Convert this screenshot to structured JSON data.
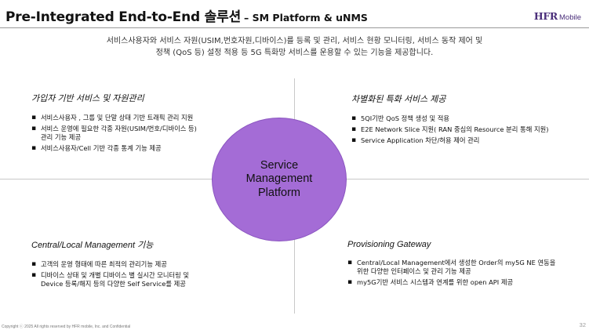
{
  "header": {
    "title_main": "Pre-Integrated End-to-End 솔루션",
    "title_sub": "– SM Platform & uNMS",
    "logo_text": "HFR",
    "logo_sub": "Mobile"
  },
  "intro": {
    "line1": "서비스사용자와 서비스 자원(USIM,번호자원,디바이스)를 등록 및 관리, 서비스 현황 모니터링, 서비스 동작 제어 및",
    "line2": "정책 (QoS 등) 설정 적용 등 5G 특화망 서비스를 운용할 수 있는 기능을 제공합니다."
  },
  "center": {
    "line1": "Service",
    "line2": "Management",
    "line3": "Platform",
    "color": "#a46cd6"
  },
  "quadrants": {
    "top_left": {
      "title": "가입자 기반 서비스 및 자원관리",
      "items": [
        "서비스사용자 , 그룹 및 단말 상태 기반 트래픽 관리 지원",
        "서비스 운영에 필요한 각종 자원(USIM/번호/디바이스 등)\n관리 기능 제공",
        "서비스사용자/Cell 기반 각종 통계 기능 제공"
      ]
    },
    "top_right": {
      "title": "차별화된 특화 서비스 제공",
      "items": [
        "5QI기반 QoS 정책 생성 및 적용",
        "E2E Network Slice 지원( RAN 중심의 Resource 분리 통해 지원)",
        "Service Application 차단/허용 제어 관리"
      ]
    },
    "bottom_left": {
      "title": "Central/Local Management 기능",
      "items": [
        "고객의 운영 형태에 따른 최적의 관리기능 제공",
        "디바이스 상태 및 개별 디바이스 별 실시간 모니터링 및\nDevice 등록/해지 등의 다양한 Self Service를 제공"
      ]
    },
    "bottom_right": {
      "title": "Provisioning Gateway",
      "items": [
        "Central/Local Management에서 생성한 Order의 my5G NE 연동을\n위한 다양한 인터페이스 및 관리 기능 제공",
        "my5G기반 서비스 시스템과 연계를 위한 open API 제공"
      ]
    }
  },
  "footer": {
    "copyright": "Copyright ⓒ 2025 All rights reserved by HFR mobile, Inc. and Confidential",
    "page": "32"
  }
}
